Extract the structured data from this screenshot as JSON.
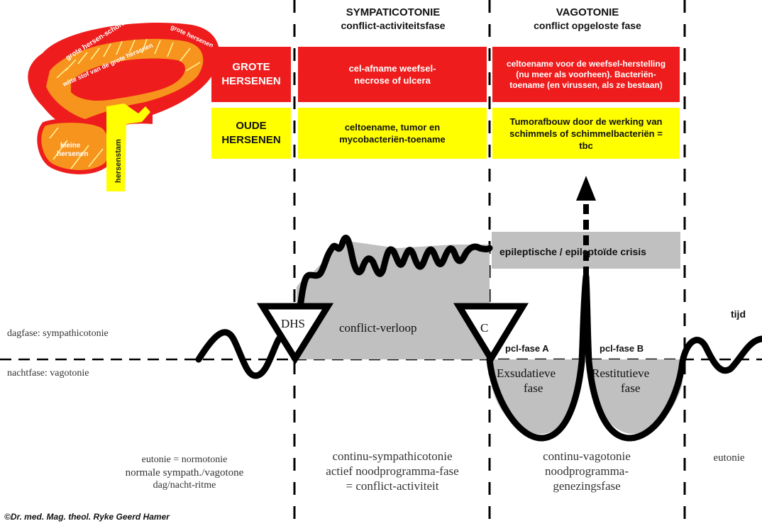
{
  "headers": {
    "sympathicotonie_title": "SYMPATICOTONIE",
    "sympathicotonie_sub": "conflict-activiteitsfase",
    "vagotonie_title": "VAGOTONIE",
    "vagotonie_sub": "conflict opgeloste fase"
  },
  "brain_labels": {
    "grote_hersenen_schors": "grote hersen-schors",
    "witte_stof": "witte stof van de grote hersenen",
    "grote_hersenen": "grote hersenen",
    "kleine_hersenen": "kleine hersenen",
    "hersenstam": "hersenstam"
  },
  "rows": {
    "grote_label": "GROTE HERSENEN",
    "grote_sym": "cel-afname weefsel-necrose of ulcera",
    "grote_vag": "celtoename voor de weefsel-herstelling (nu meer als voorheen). Bacteriën-toename (en virussen, als ze bestaan)",
    "oude_label": "OUDE HERSENEN",
    "oude_sym": "celtoename, tumor en mycobacteriën-toename",
    "oude_vag": "Tumorafbouw door de werking van schimmels of schimmelbacteriën = tbc"
  },
  "diagram": {
    "dagfase": "dagfase: sympathicotonie",
    "nachtfase": "nachtfase: vagotonie",
    "dhs": "DHS",
    "conflict_verloop": "conflict-verloop",
    "c": "C",
    "epileptische": "epileptische / epileptoïde crisis",
    "tijd": "tijd",
    "pcl_a": "pcl-fase A",
    "pcl_b": "pcl-fase B",
    "exsudatieve_1": "Exsudatieve",
    "exsudatieve_2": "fase",
    "restitutieve_1": "Restitutieve",
    "restitutieve_2": "fase"
  },
  "bottom": {
    "eutonie_line1": "eutonie = normotonie",
    "eutonie_line2": "normale sympath./vagotone",
    "eutonie_line3": "dag/nacht-ritme",
    "sym_line1": "continu-sympathicotonie",
    "sym_line2": "actief noodprogramma-fase",
    "sym_line3": "= conflict-activiteit",
    "vag_line1": "continu-vagotonie",
    "vag_line2": "noodprogramma-",
    "vag_line3": "genezingsfase",
    "eutonie_right": "eutonie"
  },
  "copyright": "©Dr. med. Mag. theol. Ryke Geerd Hamer",
  "colors": {
    "red": "#ee1c1c",
    "yellow": "#ffff00",
    "orange": "#f7941d",
    "gray": "#c0c0c0",
    "black": "#000000"
  }
}
